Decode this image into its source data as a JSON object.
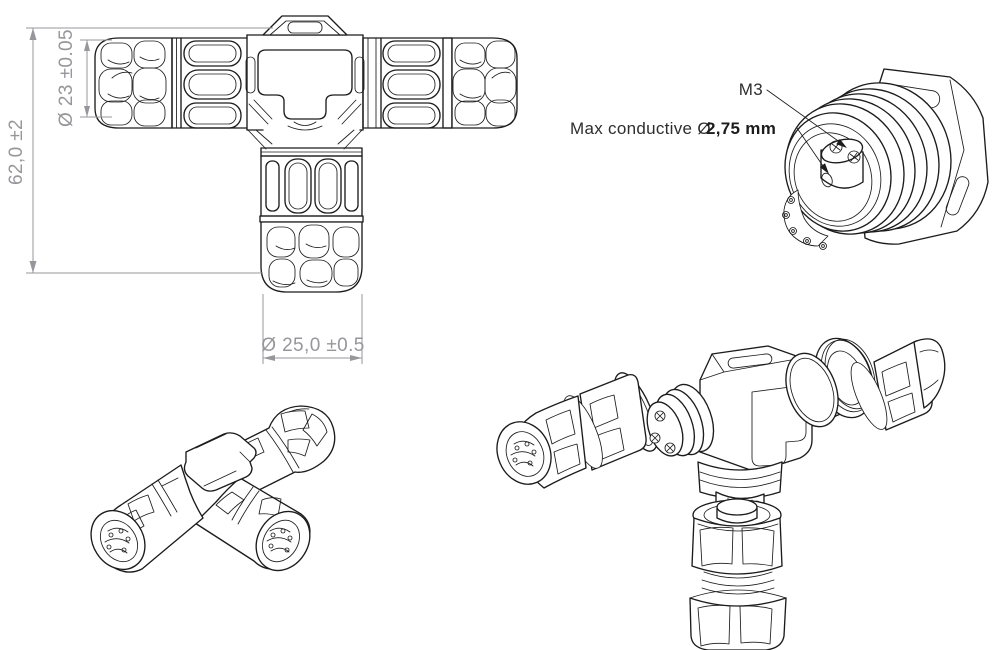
{
  "drawing": {
    "background": "#ffffff",
    "line_color": "#1c1c1c",
    "dimension_color": "#97979b",
    "dimensions": {
      "overall_height": "62,0 ±2",
      "body_diameter": "Ø 23 ±0.05",
      "branch_diameter": "Ø 25,0 ±0.5"
    },
    "callouts": {
      "thread": "M3",
      "max_conductive_prefix": "Max conductive Ø ",
      "max_conductive_value": "2,75 mm"
    }
  }
}
